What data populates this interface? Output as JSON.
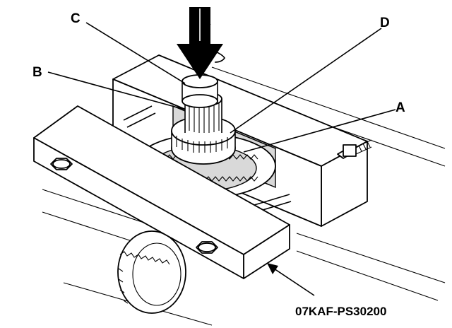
{
  "labels": {
    "a": "A",
    "b": "B",
    "c": "C",
    "d": "D",
    "tool_number": "07KAF-PS30200"
  },
  "colors": {
    "line": "#000000",
    "background": "#ffffff",
    "shade": "#d9d9d9"
  }
}
